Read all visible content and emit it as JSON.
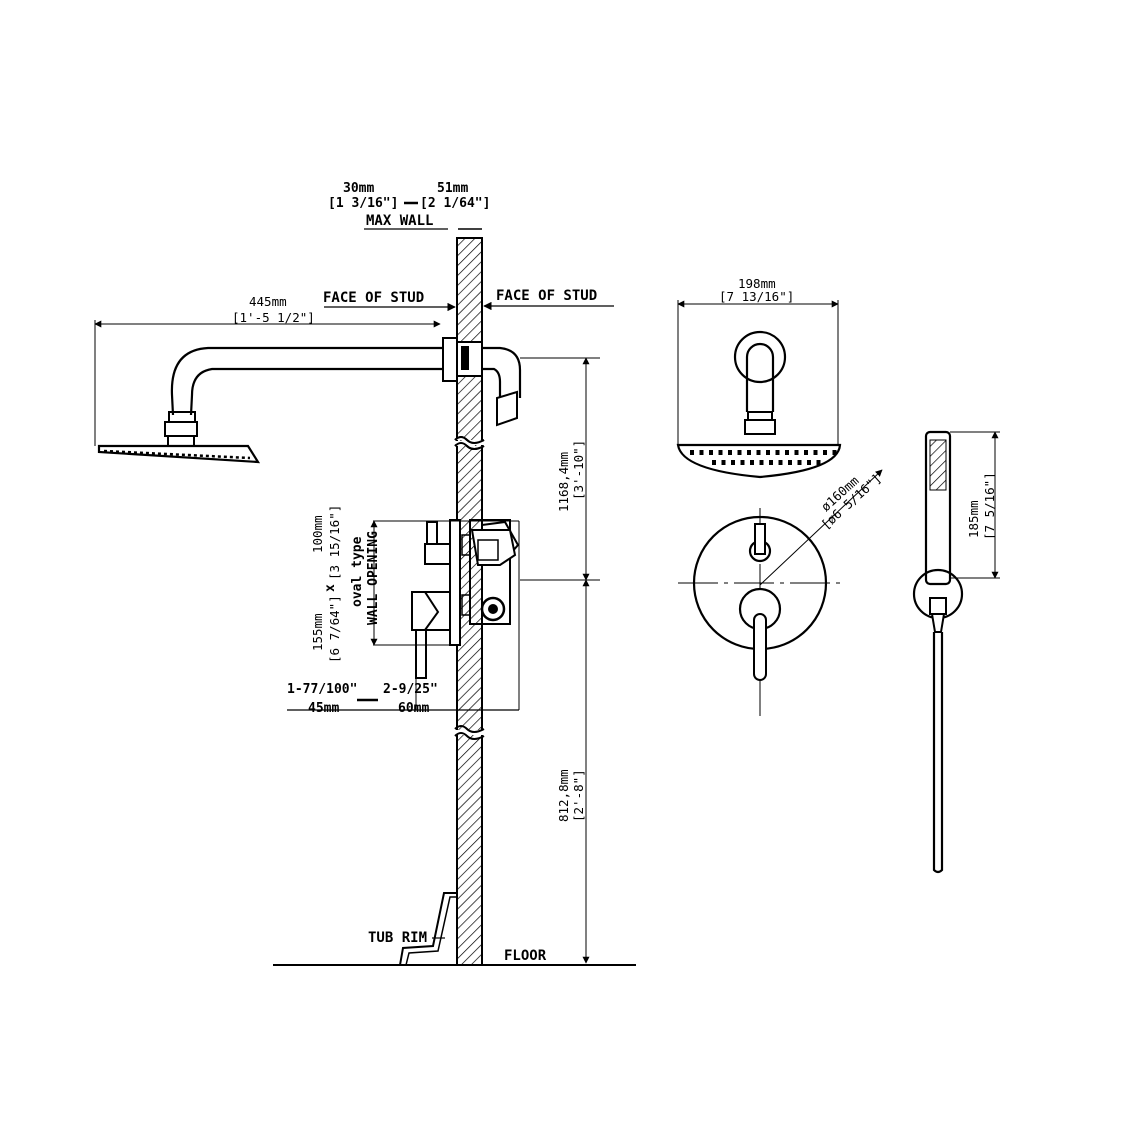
{
  "labels": {
    "max_wall_left": "30mm",
    "max_wall_left_imp": "[1 3/16\"]",
    "max_wall_right": "51mm",
    "max_wall_right_imp": "[2 1/64\"]",
    "max_wall": "MAX WALL",
    "face_of_stud_left": "FACE OF STUD",
    "face_of_stud_right": "FACE OF STUD",
    "arm_length": "445mm",
    "arm_length_imp": "[1'-5 1/2\"]",
    "height_showerhead": "1168,4mm",
    "height_showerhead_imp": "[3'-10\"]",
    "height_valve": "812,8mm",
    "height_valve_imp": "[2'-8\"]",
    "opening_h": "155mm",
    "opening_h_imp": "[6 7/64\"]",
    "times": "x",
    "opening_w": "100mm",
    "opening_w_imp": "[3 15/16\"]",
    "oval_type": "oval type",
    "wall_opening": "WALL OPENING",
    "depth_left_imp": "1-77/100\"",
    "depth_right_imp": "2-9/25\"",
    "depth_left": "45mm",
    "depth_right": "60mm",
    "tub_rim": "TUB RIM",
    "floor": "FLOOR",
    "plate_width": "198mm",
    "plate_width_imp": "[7 13/16\"]",
    "head_dia": "ø160mm",
    "head_dia_imp": "[ø6 5/16\"]",
    "handshower_len": "185mm",
    "handshower_len_imp": "[7 5/16\"]"
  }
}
